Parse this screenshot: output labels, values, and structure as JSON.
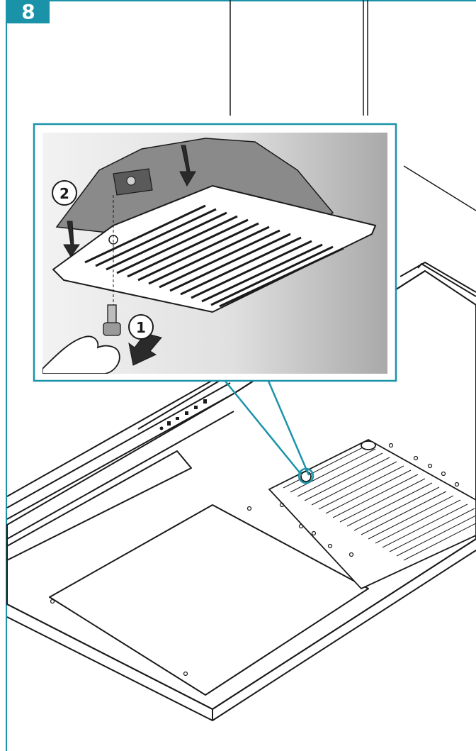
{
  "step": {
    "number": "8"
  },
  "callouts": [
    {
      "label": "1"
    },
    {
      "label": "2"
    }
  ],
  "colors": {
    "frame": "#1a93a8",
    "badge": "#1a93a8",
    "linework": "#1a1a1a",
    "inset_gradient_light": "#f2f2f2",
    "inset_gradient_dark": "#a9a9a9"
  },
  "icons": [
    "hood-body-icon",
    "grease-filter-icon",
    "hand-icon",
    "knob-screw-icon",
    "arrow-down-icon"
  ]
}
